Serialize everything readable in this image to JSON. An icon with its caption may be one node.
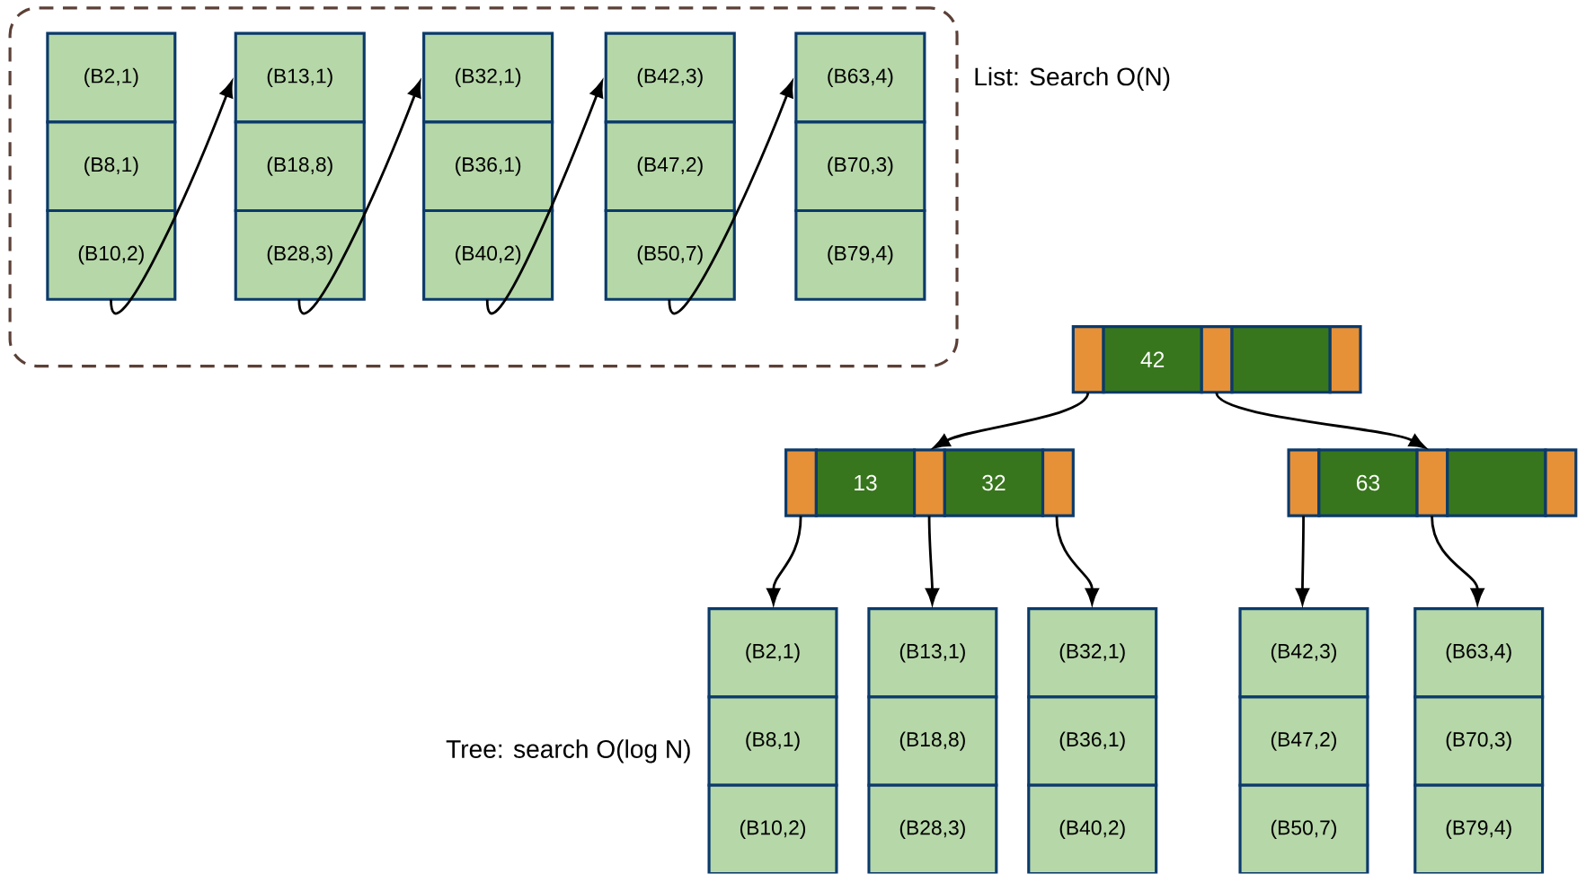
{
  "diagram": {
    "nodes": [
      {
        "text": [
          "List: Search O(N)"
        ]
      },
      {
        "text": [
          "(B2,1)",
          "(B8,1)",
          "(B10,2)"
        ],
        "in": 0
      },
      {
        "text": [
          "(B13,1)",
          "(B18,8)",
          "(B28,3)"
        ],
        "in": 0
      },
      {
        "text": [
          "(B32,1)",
          "(B36,1)",
          "(B40,2)"
        ],
        "in": 0
      },
      {
        "text": [
          "(B42,3)",
          "(B47,2)",
          "(B50,7)"
        ],
        "in": 0
      },
      {
        "text": [
          "(B63,4)",
          "(B70,3)",
          "(B79,4)"
        ],
        "in": 0
      },
      {
        "text": [
          "42"
        ]
      },
      {
        "text": [
          "13",
          "32"
        ]
      },
      {
        "text": [
          "63"
        ]
      },
      {
        "text": [
          "(B2,1)",
          "(B8,1)",
          "(B10,2)"
        ]
      },
      {
        "text": [
          "(B13,1)",
          "(B18,8)",
          "(B28,3)"
        ]
      },
      {
        "text": [
          "(B32,1)",
          "(B36,1)",
          "(B40,2)"
        ]
      },
      {
        "text": [
          "(B42,3)",
          "(B47,2)",
          "(B50,7)"
        ]
      },
      {
        "text": [
          "(B63,4)",
          "(B70,3)",
          "(B79,4)"
        ]
      }
    ],
    "edges": [
      {
        "from": 1,
        "to": 2,
        "arrow": "to"
      },
      {
        "from": 2,
        "to": 3,
        "arrow": "to"
      },
      {
        "from": 3,
        "to": 4,
        "arrow": "to"
      },
      {
        "from": 4,
        "to": 5,
        "arrow": "to"
      },
      {
        "from": 6,
        "to": 7,
        "arrow": "to"
      },
      {
        "from": 6,
        "to": 8,
        "arrow": "to"
      },
      {
        "from": 7,
        "to": 9,
        "arrow": "to"
      },
      {
        "from": 7,
        "to": 10,
        "arrow": "to"
      },
      {
        "from": 7,
        "to": 11,
        "arrow": "to"
      },
      {
        "from": 8,
        "to": 12,
        "arrow": "to"
      },
      {
        "from": 8,
        "to": 13,
        "arrow": "to"
      }
    ],
    "labels": [
      "Tree: search O(log N)"
    ]
  }
}
